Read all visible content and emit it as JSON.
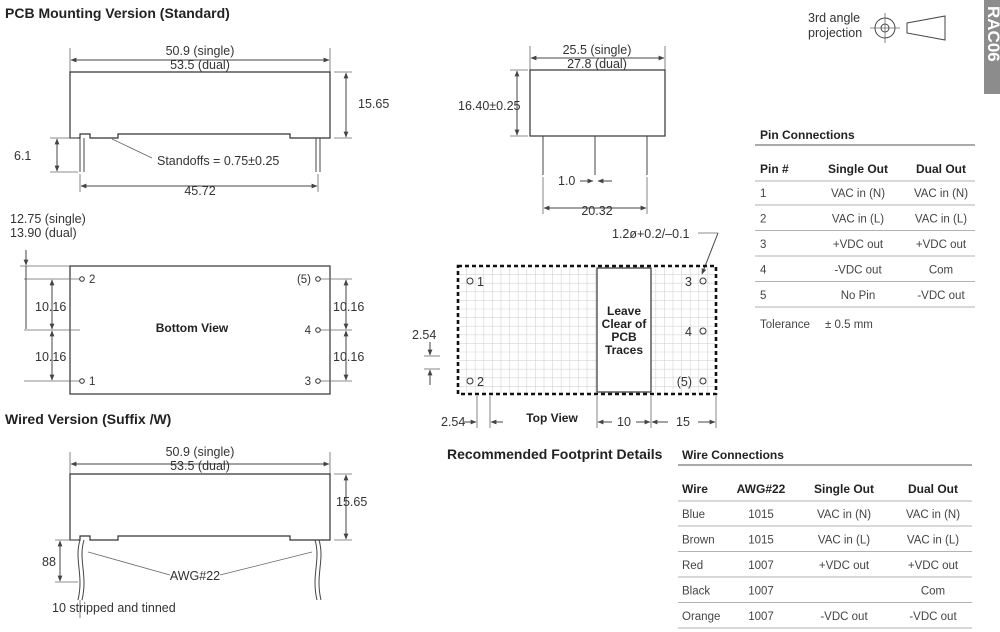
{
  "side_tab": {
    "label": "RAC06"
  },
  "projection": {
    "line1": "3rd angle",
    "line2": "projection",
    "icon": "third-angle-projection-icon"
  },
  "pcb": {
    "title": "PCB Mounting Version (Standard)",
    "width_single": "50.9 (single)",
    "width_dual": "53.5 (dual)",
    "height": "15.65",
    "pin_length": "6.1",
    "standoffs": "Standoffs = 0.75±0.25",
    "pin_span": "45.72"
  },
  "side": {
    "width_single": "25.5 (single)",
    "width_dual": "27.8 (dual)",
    "height": "16.40±0.25",
    "pin_pitch": "1.0",
    "pin_span": "20.32"
  },
  "bottom": {
    "offset_single": "12.75 (single)",
    "offset_dual": "13.90 (dual)",
    "label": "Bottom View",
    "dim_a": "10.16",
    "dim_b": "10.16",
    "dim_c": "10.16",
    "dim_d": "10.16",
    "pin1": "1",
    "pin2": "2",
    "pin3": "3",
    "pin4": "4",
    "pin5": "(5)"
  },
  "footprint": {
    "hole": "1.2ø+0.2/–0.1",
    "keepout": [
      "Leave",
      "Clear of",
      "PCB",
      "Traces"
    ],
    "pitch": "2.54",
    "edge": "2.54",
    "top_view": "Top View",
    "dim_10": "10",
    "dim_15": "15",
    "caption": "Recommended Footprint Details",
    "pin1": "1",
    "pin2": "2",
    "pin3": "3",
    "pin4": "4",
    "pin5": "(5)"
  },
  "wired": {
    "title": "Wired Version (Suffix /W)",
    "width_single": "50.9 (single)",
    "width_dual": "53.5 (dual)",
    "height": "15.65",
    "wire_length": "88",
    "awg": "AWG#22",
    "stripped": "10 stripped and tinned"
  },
  "pin_connections": {
    "title": "Pin Connections",
    "headers": [
      "Pin #",
      "Single Out",
      "Dual Out"
    ],
    "rows": [
      [
        "1",
        "VAC in (N)",
        "VAC in (N)"
      ],
      [
        "2",
        "VAC in (L)",
        "VAC in (L)"
      ],
      [
        "3",
        "+VDC out",
        "+VDC out"
      ],
      [
        "4",
        "-VDC out",
        "Com"
      ],
      [
        "5",
        "No Pin",
        "-VDC out"
      ]
    ],
    "tolerance_label": "Tolerance",
    "tolerance_value": "± 0.5 mm"
  },
  "wire_connections": {
    "title": "Wire Connections",
    "headers": [
      "Wire",
      "AWG#22",
      "Single Out",
      "Dual Out"
    ],
    "rows": [
      [
        "Blue",
        "1015",
        "VAC in (N)",
        "VAC in (N)"
      ],
      [
        "Brown",
        "1015",
        "VAC in (L)",
        "VAC in (L)"
      ],
      [
        "Red",
        "1007",
        "+VDC out",
        "+VDC out"
      ],
      [
        "Black",
        "1007",
        "",
        "Com"
      ],
      [
        "Orange",
        "1007",
        "-VDC out",
        "-VDC out"
      ]
    ]
  }
}
